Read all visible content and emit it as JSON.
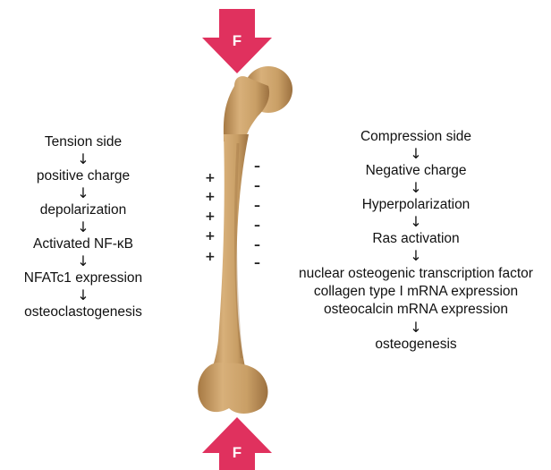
{
  "force_top": {
    "label": "F",
    "color": "#e0315e"
  },
  "force_bottom": {
    "label": "F",
    "color": "#e0315e"
  },
  "bone": {
    "color": "#c99f66",
    "shade_color": "#a77a44"
  },
  "tension": {
    "items": [
      "Tension side",
      "positive charge",
      "depolarization",
      "Activated NF-κB",
      "NFATc1 expression",
      "osteoclastogenesis"
    ],
    "arrow": "↓"
  },
  "compression": {
    "items": [
      "Compression side",
      "Negative charge",
      "Hyperpolarization",
      "Ras activation"
    ],
    "multi": [
      "nuclear osteogenic transcription factor",
      "collagen type I mRNA expression",
      "osteocalcin mRNA expression"
    ],
    "final": "osteogenesis",
    "arrow": "↓"
  },
  "charges": {
    "positive": [
      "+",
      "+",
      "+",
      "+",
      "+"
    ],
    "negative": [
      "–",
      "–",
      "–",
      "–",
      "–",
      "–"
    ]
  }
}
